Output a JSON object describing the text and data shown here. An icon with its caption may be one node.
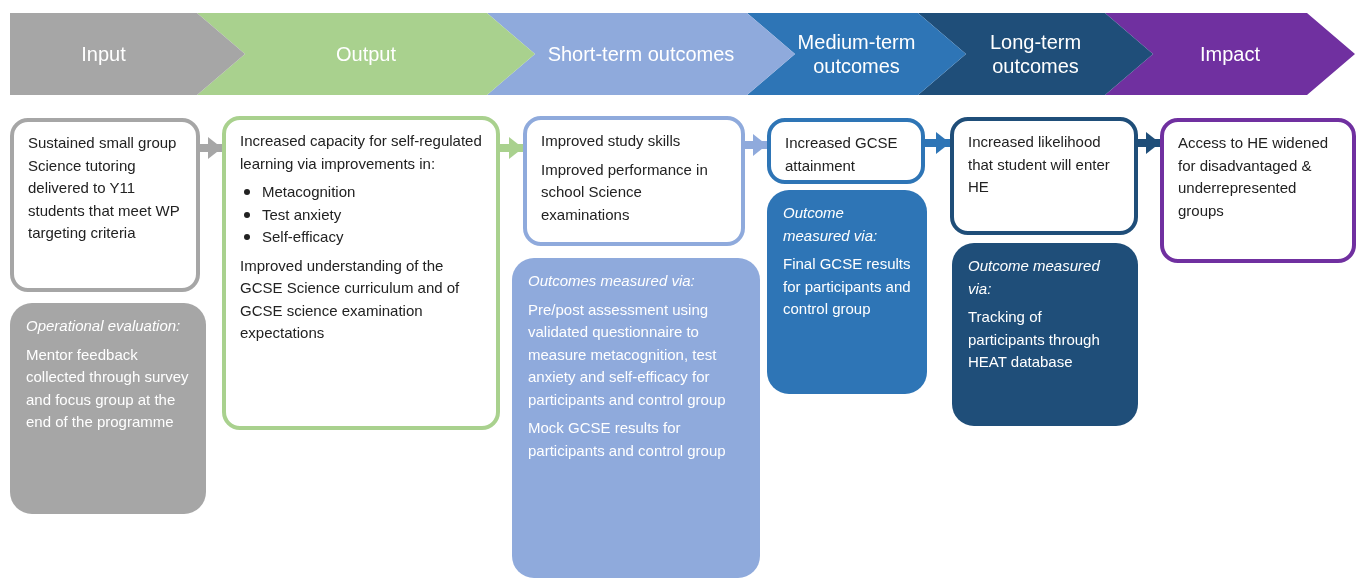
{
  "diagram": {
    "nodes": [
      {
        "text": [
          "Input"
        ]
      },
      {
        "text": [
          "Output"
        ]
      },
      {
        "text": [
          "Short-term outcomes"
        ]
      },
      {
        "text": [
          "Medium-term outcomes"
        ]
      },
      {
        "text": [
          "Long-term outcomes"
        ]
      },
      {
        "text": [
          "Impact"
        ]
      },
      {
        "text": [
          "Sustained small group Science tutoring delivered to Y11 students that meet WP targeting criteria"
        ]
      },
      {
        "text": [
          "Operational evaluation:",
          "Mentor feedback collected through survey and focus group at the end of the programme"
        ]
      },
      {
        "text": [
          "Increased capacity for self-regulated learning via improvements in:",
          "Metacognition",
          "Test anxiety",
          "Self-efficacy",
          "Improved understanding of the GCSE Science curriculum and of GCSE science examination expectations"
        ]
      },
      {
        "text": [
          "Improved study skills",
          "Improved performance in school Science examinations"
        ]
      },
      {
        "text": [
          "Outcomes measured via:",
          "Pre/post assessment using validated questionnaire to measure metacognition, test anxiety and self-efficacy for participants and control group",
          "Mock GCSE results for participants and control group"
        ]
      },
      {
        "text": [
          "Increased GCSE attainment"
        ]
      },
      {
        "text": [
          "Outcome measured via:",
          "Final GCSE results for participants and control group"
        ]
      },
      {
        "text": [
          "Increased likelihood that student will enter HE"
        ]
      },
      {
        "text": [
          "Outcome measured via:",
          "Tracking of participants through HEAT database"
        ]
      },
      {
        "text": [
          "Access to HE widened for disadvantaged & underrepresented groups"
        ]
      }
    ],
    "edges": [
      {
        "from": 6,
        "to": 8,
        "arrow": "to",
        "color": "#a6a6a6"
      },
      {
        "from": 8,
        "to": 9,
        "arrow": "to",
        "color": "#a9d18e"
      },
      {
        "from": 9,
        "to": 11,
        "arrow": "to",
        "color": "#8faadc"
      },
      {
        "from": 11,
        "to": 13,
        "arrow": "to",
        "color": "#2e75b6"
      },
      {
        "from": 13,
        "to": 15,
        "arrow": "to",
        "color": "#1f4e79"
      }
    ]
  }
}
